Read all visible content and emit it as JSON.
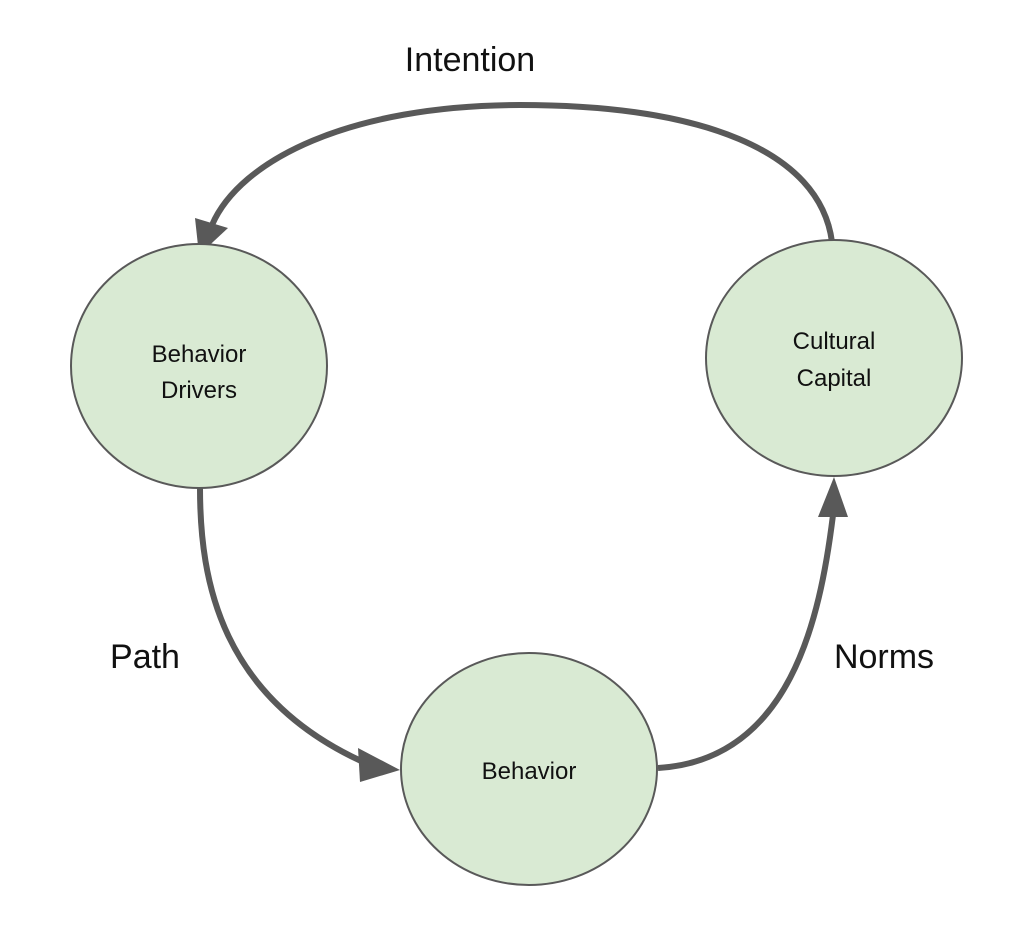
{
  "diagram": {
    "colors": {
      "node_fill": "#d9ead3",
      "node_stroke": "#595959",
      "edge": "#595959",
      "text": "#111111"
    },
    "nodes": [
      {
        "id": "behavior-drivers",
        "lines": [
          "Behavior",
          "Drivers"
        ]
      },
      {
        "id": "cultural-capital",
        "lines": [
          "Cultural",
          "Capital"
        ]
      },
      {
        "id": "behavior",
        "lines": [
          "Behavior"
        ]
      }
    ],
    "edges": [
      {
        "from": "cultural-capital",
        "to": "behavior-drivers",
        "label": "Intention"
      },
      {
        "from": "behavior-drivers",
        "to": "behavior",
        "label": "Path"
      },
      {
        "from": "behavior",
        "to": "cultural-capital",
        "label": "Norms"
      }
    ]
  }
}
